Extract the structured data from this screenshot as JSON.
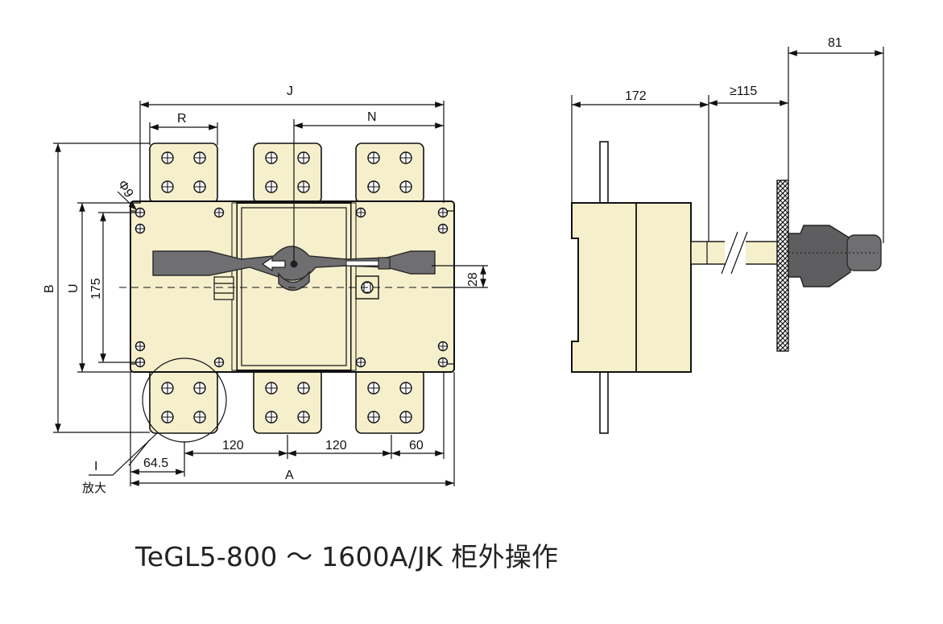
{
  "drawing": {
    "front_view": {
      "dimensions": {
        "J": "J",
        "R": "R",
        "N": "N",
        "B": "B",
        "U": "U",
        "d175": "175",
        "d28": "28",
        "phi9": "Φ9",
        "d120a": "120",
        "d120b": "120",
        "d60": "60",
        "d64_5": "64.5",
        "A": "A"
      },
      "detail_label": "I",
      "detail_note": "放大"
    },
    "side_view": {
      "dimensions": {
        "d172": "172",
        "d115": "≥115",
        "d81": "81"
      }
    },
    "colors": {
      "body": "#f6efcc",
      "handle": "#6f6f71",
      "panel_hatch": "#2b2b2b"
    }
  },
  "caption": "TeGL5-800 ～ 1600A/JK 柜外操作"
}
